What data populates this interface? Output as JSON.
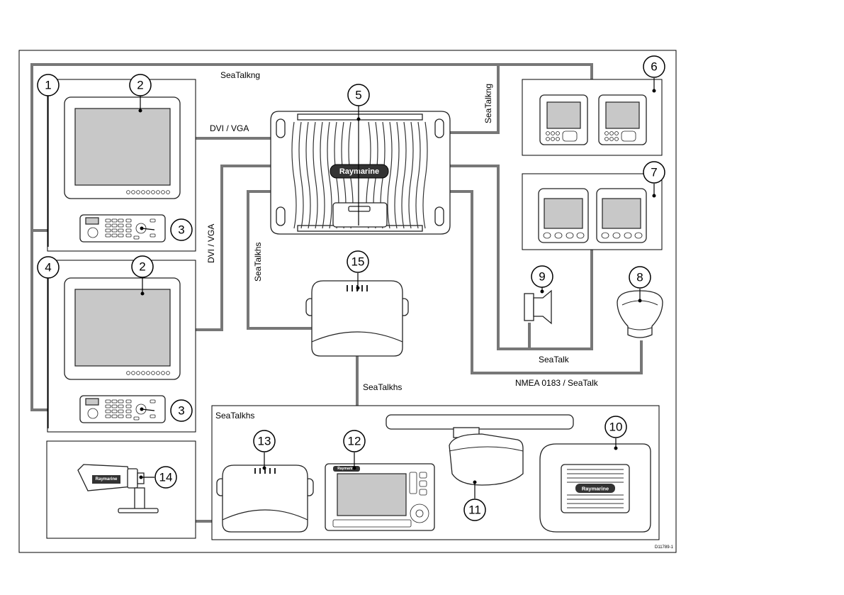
{
  "labels": {
    "seatalk_ng_top": "SeaTalkng",
    "seatalk_ng_vertical": "SeaTalkng",
    "dvi_vga_top": "DVI / VGA",
    "dvi_vga_vertical": "DVI / VGA",
    "seatalk_hs_vertical": "SeaTalkhs",
    "seatalk_hs_link": "SeaTalkhs",
    "seatalk_hs_box": "SeaTalkhs",
    "seatalk": "SeaTalk",
    "nmea_seatalk": "NMEA 0183 / SeaTalk",
    "figure_code": "D11789-1"
  },
  "brand": "Raymarine",
  "callouts": [
    "1",
    "2",
    "3",
    "4",
    "5",
    "6",
    "7",
    "8",
    "9",
    "10",
    "11",
    "12",
    "13",
    "14",
    "15"
  ]
}
